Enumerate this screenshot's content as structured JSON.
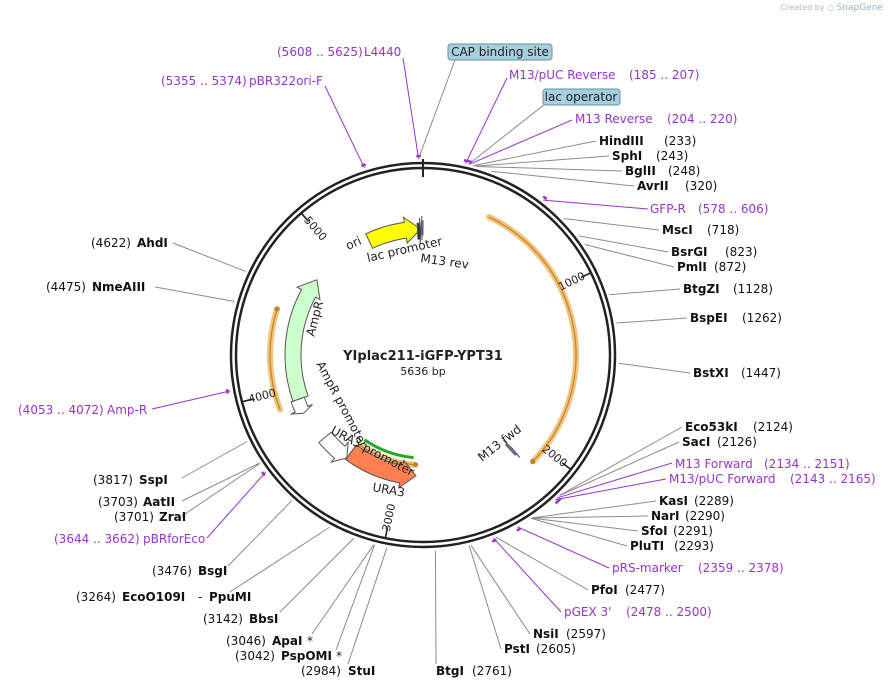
{
  "credit": {
    "prefix": "Created by",
    "brand": "SnapGene"
  },
  "plasmid": {
    "name": "YIplac211-iGFP-YPT31",
    "size_label": "5636 bp",
    "length": 5636
  },
  "tick_labels": [
    {
      "bp": 1000,
      "label": "1000"
    },
    {
      "bp": 2000,
      "label": "2000"
    },
    {
      "bp": 3000,
      "label": "3000"
    },
    {
      "bp": 4000,
      "label": "4000"
    },
    {
      "bp": 5000,
      "label": "5000"
    }
  ],
  "features": [
    {
      "name": "ori",
      "start": 5240,
      "end": 5620,
      "dir": "cw",
      "color": "#ffff00"
    },
    {
      "name": "AmpR",
      "start": 3920,
      "end": 4780,
      "dir": "cw",
      "color": "#ccffcc"
    },
    {
      "name": "URA3",
      "start": 2870,
      "end": 3390,
      "dir": "ccw",
      "color": "#ff7f50"
    },
    {
      "name": "lac promoter",
      "start": 5596,
      "end": 5620,
      "dir": "cw",
      "color": "#1f3a4d"
    },
    {
      "name": "AmpR promoter",
      "start": 3820,
      "end": 3920,
      "dir": "ccw",
      "color": "#ffffff"
    },
    {
      "name": "URA3 promoter",
      "start": 3390,
      "end": 3600,
      "dir": "ccw",
      "color": "#ffffff"
    },
    {
      "name": "M13 rev",
      "start": 5625,
      "end": 5636,
      "dir": "ccw",
      "color": "#9966cc"
    },
    {
      "name": "M13 fwd",
      "start": 2134,
      "end": 2151,
      "dir": "ccw",
      "color": "#9966cc"
    }
  ],
  "orfs": [
    {
      "start": 400,
      "end": 2100,
      "dir": "cw"
    },
    {
      "start": 3900,
      "end": 4500,
      "dir": "cw"
    },
    {
      "start": 2880,
      "end": 3360,
      "dir": "ccw"
    }
  ],
  "boxed_labels": [
    {
      "text": "CAP binding site",
      "bp": 5615
    },
    {
      "text": "lac operator",
      "bp": 210
    }
  ],
  "primers": [
    {
      "name": "L4440",
      "range": "(5608 .. 5625)"
    },
    {
      "name": "pBR322ori-F",
      "range": "(5355 .. 5374)"
    },
    {
      "name": "M13/pUC Reverse",
      "range": "(185 .. 207)"
    },
    {
      "name": "M13 Reverse",
      "range": "(204 .. 220)"
    },
    {
      "name": "GFP-R",
      "range": "(578 .. 606)"
    },
    {
      "name": "M13 Forward",
      "range": "(2134 .. 2151)"
    },
    {
      "name": "M13/pUC Forward",
      "range": "(2143 .. 2165)"
    },
    {
      "name": "pRS-marker",
      "range": "(2359 .. 2378)"
    },
    {
      "name": "pGEX 3'",
      "range": "(2478 .. 2500)"
    },
    {
      "name": "Amp-R",
      "range": "(4053 .. 4072)"
    },
    {
      "name": "pBRforEco",
      "range": "(3644 .. 3662)"
    }
  ],
  "enzymes": [
    {
      "name": "HindIII",
      "pos": "(233)"
    },
    {
      "name": "SphI",
      "pos": "(243)"
    },
    {
      "name": "BglII",
      "pos": "(248)"
    },
    {
      "name": "AvrII",
      "pos": "(320)"
    },
    {
      "name": "MscI",
      "pos": "(718)"
    },
    {
      "name": "BsrGI",
      "pos": "(823)"
    },
    {
      "name": "PmlI",
      "pos": "(872)"
    },
    {
      "name": "BtgZI",
      "pos": "(1128)"
    },
    {
      "name": "BspEI",
      "pos": "(1262)"
    },
    {
      "name": "BstXI",
      "pos": "(1447)"
    },
    {
      "name": "Eco53kI",
      "pos": "(2124)"
    },
    {
      "name": "SacI",
      "pos": "(2126)"
    },
    {
      "name": "KasI",
      "pos": "(2289)"
    },
    {
      "name": "NarI",
      "pos": "(2290)"
    },
    {
      "name": "SfoI",
      "pos": "(2291)"
    },
    {
      "name": "PluTI",
      "pos": "(2293)"
    },
    {
      "name": "PfoI",
      "pos": "(2477)"
    },
    {
      "name": "NsiI",
      "pos": "(2597)"
    },
    {
      "name": "PstI",
      "pos": "(2605)"
    },
    {
      "name": "BtgI",
      "pos": "(2761)"
    },
    {
      "name": "StuI",
      "pos": "(2984)"
    },
    {
      "name": "PspOMI",
      "pos": "(3042)",
      "star": "*"
    },
    {
      "name": "ApaI",
      "pos": "(3046)",
      "star": "*"
    },
    {
      "name": "BbsI",
      "pos": "(3142)"
    },
    {
      "name": "EcoO109I",
      "pos": "(3264)",
      "pair": "PpuMI"
    },
    {
      "name": "BsgI",
      "pos": "(3476)"
    },
    {
      "name": "ZraI",
      "pos": "(3701)"
    },
    {
      "name": "AatII",
      "pos": "(3703)"
    },
    {
      "name": "SspI",
      "pos": "(3817)"
    },
    {
      "name": "NmeAIII",
      "pos": "(4475)"
    },
    {
      "name": "AhdI",
      "pos": "(4622)"
    }
  ],
  "colors": {
    "backbone": "#222222",
    "primer": "#9933cc",
    "enzyme_line": "#8c8c8c",
    "orf_fill": "#f4c27a",
    "orf_stroke": "#b9852e",
    "green_orf": "#22aa22",
    "box_fill": "#a6cfe0",
    "box_stroke": "#6b8f9e"
  }
}
